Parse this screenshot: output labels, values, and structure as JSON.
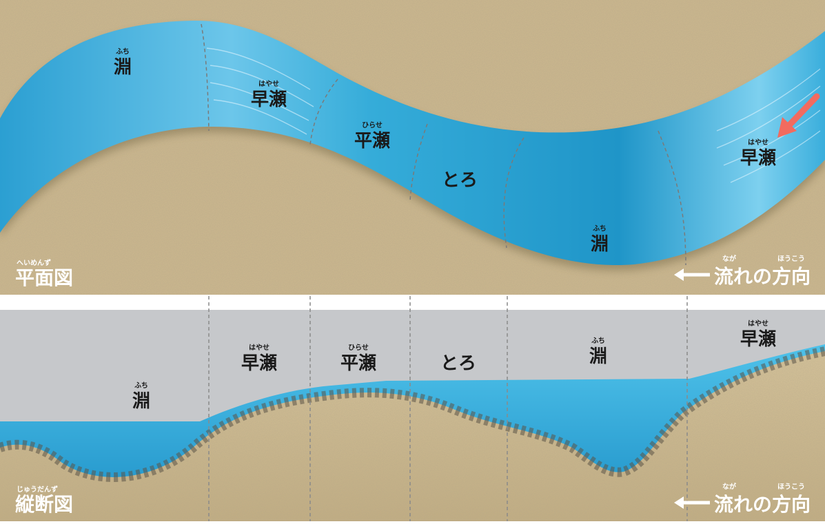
{
  "plan_view": {
    "title": "平面図",
    "title_ruby": "へいめんず",
    "flow_direction": "流れの方向",
    "flow_ruby_1": "なが",
    "flow_ruby_2": "ほうこう",
    "sections": [
      {
        "label": "淵",
        "ruby": "ふち"
      },
      {
        "label": "早瀬",
        "ruby": "はやせ"
      },
      {
        "label": "平瀬",
        "ruby": "ひらせ"
      },
      {
        "label": "とろ",
        "ruby": ""
      },
      {
        "label": "淵",
        "ruby": "ふち"
      },
      {
        "label": "早瀬",
        "ruby": "はやせ"
      }
    ]
  },
  "section_view": {
    "title": "縦断図",
    "title_ruby": "じゅうだんず",
    "flow_direction": "流れの方向",
    "flow_ruby_1": "なが",
    "flow_ruby_2": "ほうこう",
    "sections": [
      {
        "label": "淵",
        "ruby": "ふち"
      },
      {
        "label": "早瀬",
        "ruby": "はやせ"
      },
      {
        "label": "平瀬",
        "ruby": "ひらせ"
      },
      {
        "label": "とろ",
        "ruby": ""
      },
      {
        "label": "淵",
        "ruby": "ふち"
      },
      {
        "label": "早瀬",
        "ruby": "はやせ"
      }
    ]
  },
  "colors": {
    "sand": "#cdb88e",
    "water": "#2aa6d8",
    "water_light": "#8fd6f0",
    "sky": "#c6c8cb",
    "arrow": "#f26b5f",
    "divider": "#8a8a8a"
  }
}
